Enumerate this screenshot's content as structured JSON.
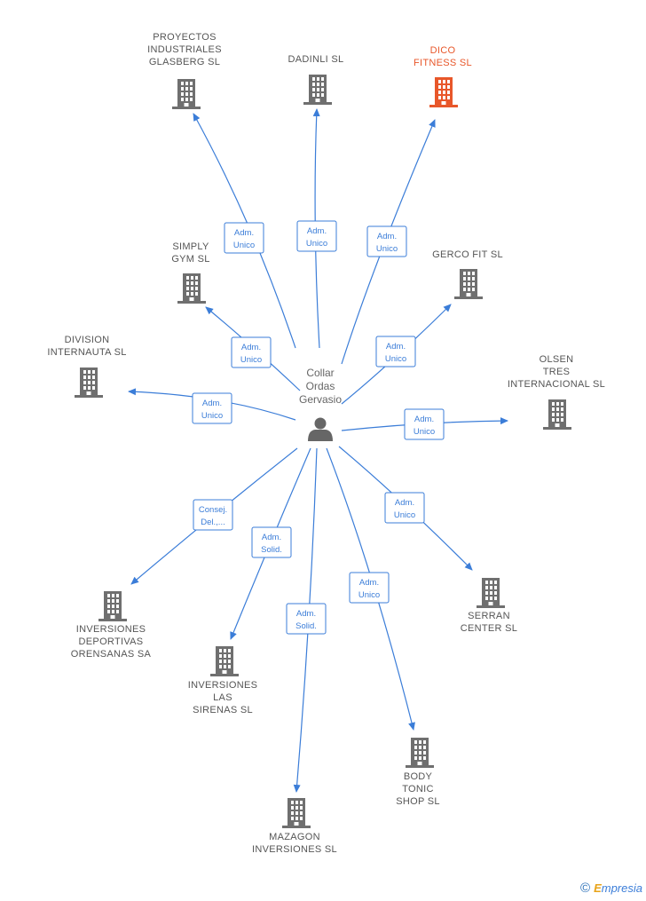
{
  "center": {
    "name_lines": [
      "Collar",
      "Ordas",
      "Gervasio"
    ]
  },
  "colors": {
    "edge": "#3b7dd8",
    "building": "#6f6f6f",
    "highlight": "#e8572a"
  },
  "nodes": [
    {
      "id": "proyectos",
      "lines": [
        "PROYECTOS",
        "INDUSTRIALES",
        "GLASBERG SL"
      ],
      "role": [
        "Adm.",
        "Unico"
      ],
      "highlight": false
    },
    {
      "id": "dadinli",
      "lines": [
        "DADINLI SL"
      ],
      "role": [
        "Adm.",
        "Unico"
      ],
      "highlight": false
    },
    {
      "id": "dico",
      "lines": [
        "DICO",
        "FITNESS  SL"
      ],
      "role": [
        "Adm.",
        "Unico"
      ],
      "highlight": true
    },
    {
      "id": "simply",
      "lines": [
        "SIMPLY",
        "GYM SL"
      ],
      "role": [
        "Adm.",
        "Unico"
      ],
      "highlight": false
    },
    {
      "id": "gerco",
      "lines": [
        "GERCO FIT SL"
      ],
      "role": [
        "Adm.",
        "Unico"
      ],
      "highlight": false
    },
    {
      "id": "division",
      "lines": [
        "DIVISION",
        "INTERNAUTA SL"
      ],
      "role": [
        "Adm.",
        "Unico"
      ],
      "highlight": false
    },
    {
      "id": "olsen",
      "lines": [
        "OLSEN",
        "TRES",
        "INTERNACIONAL SL"
      ],
      "role": [
        "Adm.",
        "Unico"
      ],
      "highlight": false
    },
    {
      "id": "inv-deportivas",
      "lines": [
        "INVERSIONES",
        "DEPORTIVAS",
        "ORENSANAS SA"
      ],
      "role": [
        "Consej.",
        "Del.,..."
      ],
      "highlight": false
    },
    {
      "id": "inv-sirenas",
      "lines": [
        "INVERSIONES",
        "LAS",
        "SIRENAS  SL"
      ],
      "role": [
        "Adm.",
        "Solid."
      ],
      "highlight": false
    },
    {
      "id": "mazagon",
      "lines": [
        "MAZAGON",
        "INVERSIONES SL"
      ],
      "role": [
        "Adm.",
        "Solid."
      ],
      "highlight": false
    },
    {
      "id": "body",
      "lines": [
        "BODY",
        "TONIC",
        "SHOP SL"
      ],
      "role": [
        "Adm.",
        "Unico"
      ],
      "highlight": false
    },
    {
      "id": "serran",
      "lines": [
        "SERRAN",
        "CENTER SL"
      ],
      "role": [
        "Adm.",
        "Unico"
      ],
      "highlight": false
    }
  ],
  "footer": {
    "copyright": "©",
    "brand_initial": "E",
    "brand_rest": "mpresia"
  }
}
